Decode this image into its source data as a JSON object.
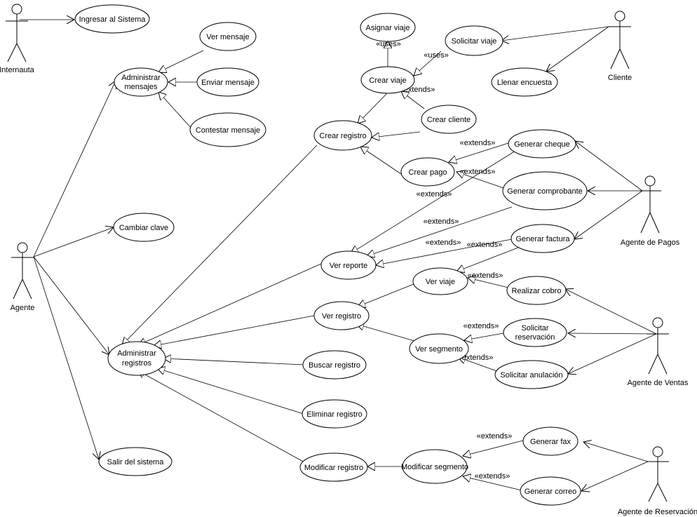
{
  "actors": {
    "internauta": "Internauta",
    "agente": "Agente",
    "cliente": "Cliente",
    "agente_pagos": "Agente de Pagos",
    "agente_ventas": "Agente de Ventas",
    "agente_reservacion": "Agente de Reservación"
  },
  "use_cases": {
    "ingresar": "Ingresar al Sistema",
    "administrar_mensajes_1": "Administrar",
    "administrar_mensajes_2": "mensajes",
    "ver_mensaje": "Ver mensaje",
    "enviar_mensaje": "Enviar mensaje",
    "contestar_mensaje": "Contestar mensaje",
    "cambiar_clave": "Cambiar clave",
    "administrar_registros_1": "Administrar",
    "administrar_registros_2": "registros",
    "salir": "Salir del sistema",
    "asignar_viaje": "Asignar viaje",
    "solicitar_viaje": "Solicitar viaje",
    "crear_viaje": "Crear viaje",
    "llenar_encuesta": "Llenar encuesta",
    "crear_cliente": "Crear cliente",
    "crear_registro": "Crear registro",
    "generar_cheque": "Generar cheque",
    "crear_pago": "Crear pago",
    "generar_comprobante": "Generar comprobante",
    "generar_factura": "Generar factura",
    "ver_reporte": "Ver reporte",
    "ver_viaje": "Ver viaje",
    "realizar_cobro": "Realizar cobro",
    "ver_registro": "Ver registro",
    "solicitar_reservacion_1": "Solicitar",
    "solicitar_reservacion_2": "reservación",
    "ver_segmento": "Ver segmento",
    "solicitar_anulacion": "Solicitar anulación",
    "buscar_registro": "Buscar registro",
    "eliminar_registro": "Eliminar registro",
    "modificar_registro": "Modificar registro",
    "modificar_segmento": "Modificar segmento",
    "generar_fax": "Generar fax",
    "generar_correo": "Generar correo"
  },
  "stereotypes": {
    "uses": "«uses»",
    "extends": "«extends»"
  }
}
